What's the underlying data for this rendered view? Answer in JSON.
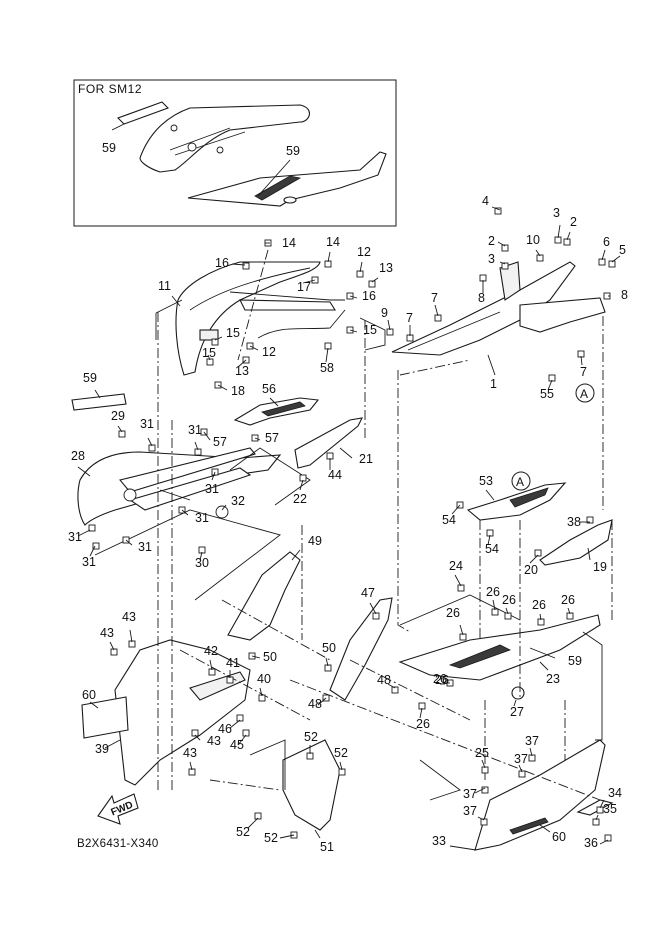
{
  "diagram": {
    "title": "Side cover / cowling parts diagram",
    "inset": {
      "title": "FOR  SM12",
      "callouts": [
        "59",
        "59"
      ]
    },
    "drawing_code": "B2X6431-X340",
    "direction_arrow": {
      "label": "FWD",
      "icon": "forward-arrow-icon"
    },
    "reference_marks": [
      "A",
      "A"
    ],
    "callouts": [
      {
        "id": "c1",
        "label": "1"
      },
      {
        "id": "c2a",
        "label": "2"
      },
      {
        "id": "c2b",
        "label": "2"
      },
      {
        "id": "c3a",
        "label": "3"
      },
      {
        "id": "c3b",
        "label": "3"
      },
      {
        "id": "c4",
        "label": "4"
      },
      {
        "id": "c5",
        "label": "5"
      },
      {
        "id": "c6",
        "label": "6"
      },
      {
        "id": "c7a",
        "label": "7"
      },
      {
        "id": "c7b",
        "label": "7"
      },
      {
        "id": "c7c",
        "label": "7"
      },
      {
        "id": "c8a",
        "label": "8"
      },
      {
        "id": "c8b",
        "label": "8"
      },
      {
        "id": "c9",
        "label": "9"
      },
      {
        "id": "c10",
        "label": "10"
      },
      {
        "id": "c11",
        "label": "11"
      },
      {
        "id": "c12a",
        "label": "12"
      },
      {
        "id": "c12b",
        "label": "12"
      },
      {
        "id": "c13a",
        "label": "13"
      },
      {
        "id": "c13b",
        "label": "13"
      },
      {
        "id": "c14a",
        "label": "14"
      },
      {
        "id": "c14b",
        "label": "14"
      },
      {
        "id": "c15a",
        "label": "15"
      },
      {
        "id": "c15b",
        "label": "15"
      },
      {
        "id": "c15c",
        "label": "15"
      },
      {
        "id": "c16a",
        "label": "16"
      },
      {
        "id": "c16b",
        "label": "16"
      },
      {
        "id": "c17",
        "label": "17"
      },
      {
        "id": "c18",
        "label": "18"
      },
      {
        "id": "c19",
        "label": "19"
      },
      {
        "id": "c20",
        "label": "20"
      },
      {
        "id": "c21",
        "label": "21"
      },
      {
        "id": "c22",
        "label": "22"
      },
      {
        "id": "c23",
        "label": "23"
      },
      {
        "id": "c24",
        "label": "24"
      },
      {
        "id": "c25",
        "label": "25"
      },
      {
        "id": "c26a",
        "label": "26"
      },
      {
        "id": "c26b",
        "label": "26"
      },
      {
        "id": "c26c",
        "label": "26"
      },
      {
        "id": "c26d",
        "label": "26"
      },
      {
        "id": "c26e",
        "label": "26"
      },
      {
        "id": "c26f",
        "label": "26"
      },
      {
        "id": "c26g",
        "label": "26"
      },
      {
        "id": "c26h",
        "label": "26"
      },
      {
        "id": "c27",
        "label": "27"
      },
      {
        "id": "c28",
        "label": "28"
      },
      {
        "id": "c29",
        "label": "29"
      },
      {
        "id": "c30",
        "label": "30"
      },
      {
        "id": "c31a",
        "label": "31"
      },
      {
        "id": "c31b",
        "label": "31"
      },
      {
        "id": "c31c",
        "label": "31"
      },
      {
        "id": "c31d",
        "label": "31"
      },
      {
        "id": "c31e",
        "label": "31"
      },
      {
        "id": "c31f",
        "label": "31"
      },
      {
        "id": "c31g",
        "label": "31"
      },
      {
        "id": "c32",
        "label": "32"
      },
      {
        "id": "c33",
        "label": "33"
      },
      {
        "id": "c34",
        "label": "34"
      },
      {
        "id": "c35",
        "label": "35"
      },
      {
        "id": "c36",
        "label": "36"
      },
      {
        "id": "c37a",
        "label": "37"
      },
      {
        "id": "c37b",
        "label": "37"
      },
      {
        "id": "c37c",
        "label": "37"
      },
      {
        "id": "c37d",
        "label": "37"
      },
      {
        "id": "c38",
        "label": "38"
      },
      {
        "id": "c39",
        "label": "39"
      },
      {
        "id": "c40",
        "label": "40"
      },
      {
        "id": "c41",
        "label": "41"
      },
      {
        "id": "c42",
        "label": "42"
      },
      {
        "id": "c43a",
        "label": "43"
      },
      {
        "id": "c43b",
        "label": "43"
      },
      {
        "id": "c43c",
        "label": "43"
      },
      {
        "id": "c43d",
        "label": "43"
      },
      {
        "id": "c44",
        "label": "44"
      },
      {
        "id": "c45",
        "label": "45"
      },
      {
        "id": "c46",
        "label": "46"
      },
      {
        "id": "c47",
        "label": "47"
      },
      {
        "id": "c48a",
        "label": "48"
      },
      {
        "id": "c48b",
        "label": "48"
      },
      {
        "id": "c49",
        "label": "49"
      },
      {
        "id": "c50a",
        "label": "50"
      },
      {
        "id": "c50b",
        "label": "50"
      },
      {
        "id": "c51",
        "label": "51"
      },
      {
        "id": "c52a",
        "label": "52"
      },
      {
        "id": "c52b",
        "label": "52"
      },
      {
        "id": "c52c",
        "label": "52"
      },
      {
        "id": "c52d",
        "label": "52"
      },
      {
        "id": "c53",
        "label": "53"
      },
      {
        "id": "c54a",
        "label": "54"
      },
      {
        "id": "c54b",
        "label": "54"
      },
      {
        "id": "c55",
        "label": "55"
      },
      {
        "id": "c56",
        "label": "56"
      },
      {
        "id": "c57a",
        "label": "57"
      },
      {
        "id": "c57b",
        "label": "57"
      },
      {
        "id": "c58",
        "label": "58"
      },
      {
        "id": "c59a",
        "label": "59"
      },
      {
        "id": "c59b",
        "label": "59"
      },
      {
        "id": "c60a",
        "label": "60"
      },
      {
        "id": "c60b",
        "label": "60"
      }
    ]
  }
}
